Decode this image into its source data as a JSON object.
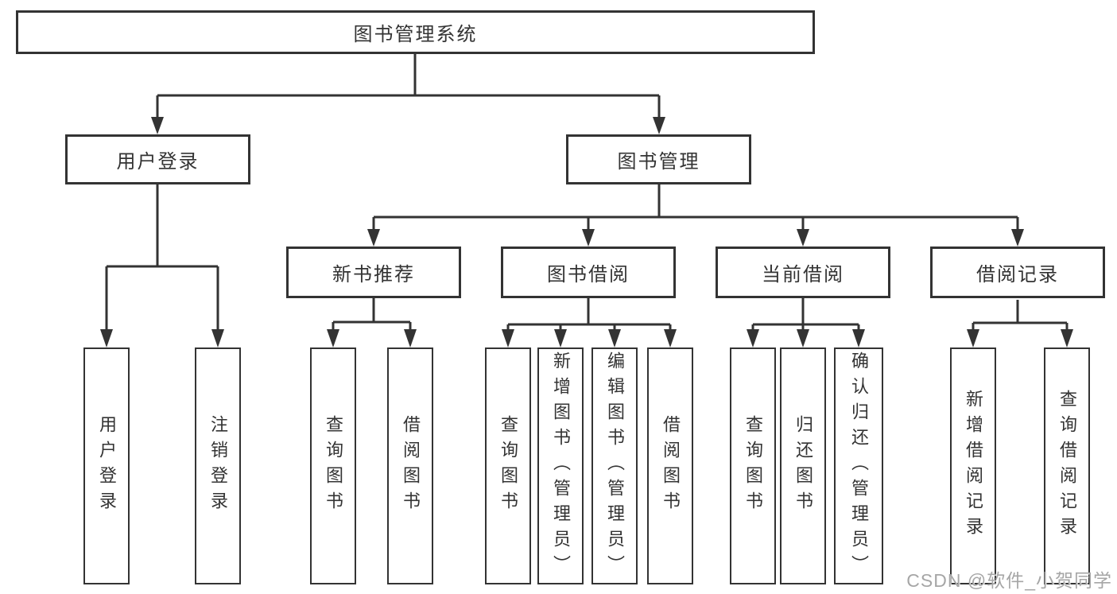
{
  "diagram": {
    "title": "图书管理系统",
    "branches": [
      {
        "label": "用户登录",
        "children": [
          {
            "label": "用户登录"
          },
          {
            "label": "注销登录"
          }
        ]
      },
      {
        "label": "图书管理",
        "children": [
          {
            "label": "新书推荐",
            "children": [
              {
                "label": "查询图书"
              },
              {
                "label": "借阅图书"
              }
            ]
          },
          {
            "label": "图书借阅",
            "children": [
              {
                "label": "查询图书"
              },
              {
                "label": "新增图书（管理员）"
              },
              {
                "label": "编辑图书（管理员）"
              },
              {
                "label": "借阅图书"
              }
            ]
          },
          {
            "label": "当前借阅",
            "children": [
              {
                "label": "查询图书"
              },
              {
                "label": "归还图书"
              },
              {
                "label": "确认归还（管理员）"
              }
            ]
          },
          {
            "label": "借阅记录",
            "children": [
              {
                "label": "新增借阅记录"
              },
              {
                "label": "查询借阅记录"
              }
            ]
          }
        ]
      }
    ]
  },
  "watermark": {
    "text": "CSDN @软件_小贺同学"
  },
  "colors": {
    "line": "#333333",
    "box_border": "#333333",
    "text": "#333333",
    "watermark": "#a6a6a6",
    "background": "#ffffff"
  }
}
